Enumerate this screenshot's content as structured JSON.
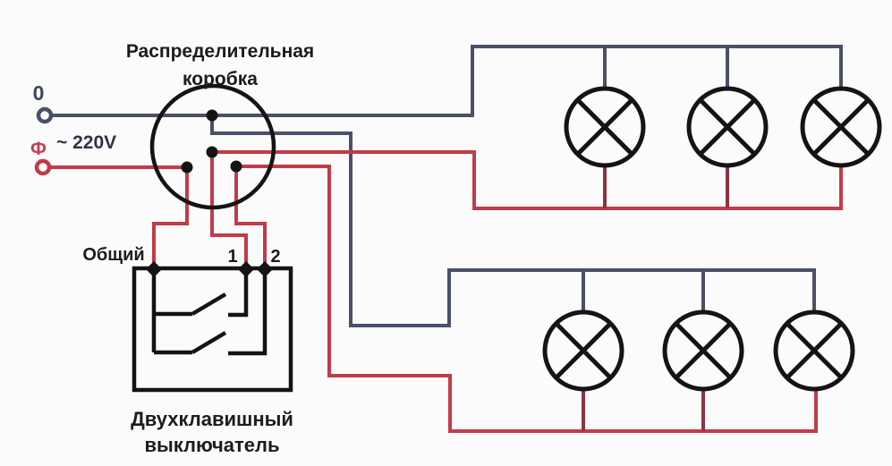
{
  "title": {
    "line1": "Распределительная",
    "line2": "коробка"
  },
  "source": {
    "neutral_label": "0",
    "phase_label": "Ф",
    "voltage_label": "~ 220V"
  },
  "switch": {
    "common_label": "Общий",
    "key1_label": "1",
    "key2_label": "2",
    "caption_line1": "Двухклавишный",
    "caption_line2": "выключатель"
  },
  "lamp_groups": {
    "top_lamp_count": 3,
    "bottom_lamp_count": 3
  },
  "colors": {
    "background": "#fbfbfc",
    "neutral_wire": "#4a5067",
    "phase_wire": "#c23b49",
    "phase_wire_dark": "#8e3340",
    "outline": "#141414",
    "text": "#1c1c1c",
    "neutral_text": "#3f455e",
    "phase_text": "#c4404c",
    "voltage_text": "#2f3344"
  }
}
